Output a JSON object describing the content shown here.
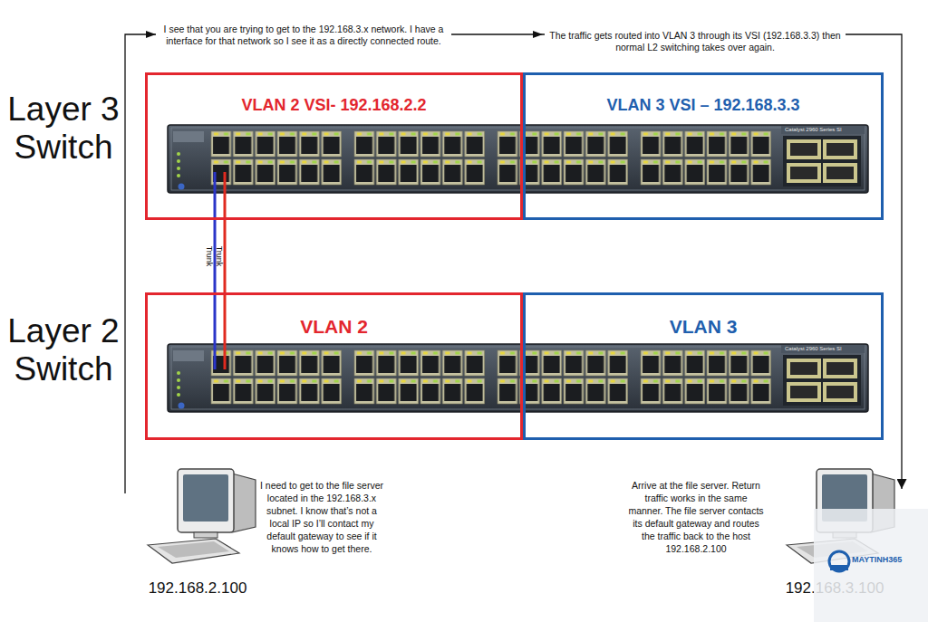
{
  "diagram": {
    "nodes": [
      {
        "text": [
          "VLAN 2 VSI- 192.168.2.2"
        ]
      },
      {
        "text": [
          "VLAN 3 VSI – 192.168.3.3"
        ]
      },
      {
        "text": [
          "VLAN 2"
        ]
      },
      {
        "text": [
          "VLAN 3"
        ]
      },
      {
        "text": [
          "192.168.2.100"
        ]
      },
      {
        "text": [
          "192.168.3.100"
        ]
      }
    ],
    "edges": [
      {
        "from": 0,
        "to": 2,
        "arrow": "none",
        "label": "Trunk"
      },
      {
        "from": 0,
        "to": 2,
        "arrow": "none",
        "label": "Trunk"
      },
      {
        "from": 4,
        "to": 5,
        "arrow": "to"
      }
    ],
    "labels": [
      "I see that you are trying to get to the 192.168.3.x network. I have a interface for that network so I see it as a directly connected route.",
      "The traffic gets routed into VLAN 3 through its VSI (192.168.3.3) then normal L2 switching takes over again.",
      "Layer 3 Switch",
      "Catalyst 2960 Series SI",
      "Layer 2 Switch",
      "Catalyst 2960 Series SI",
      "I need to get to the file server located in the 192.168.3.x subnet. I know that’s not a local IP so I’ll contact my default gateway to see if it knows how to get there.",
      "Arrive at the file server. Return traffic works in the same manner. The file server contacts its default gateway and routes the traffic back to the host 192.168.2.100",
      "MAYTINH365"
    ]
  }
}
